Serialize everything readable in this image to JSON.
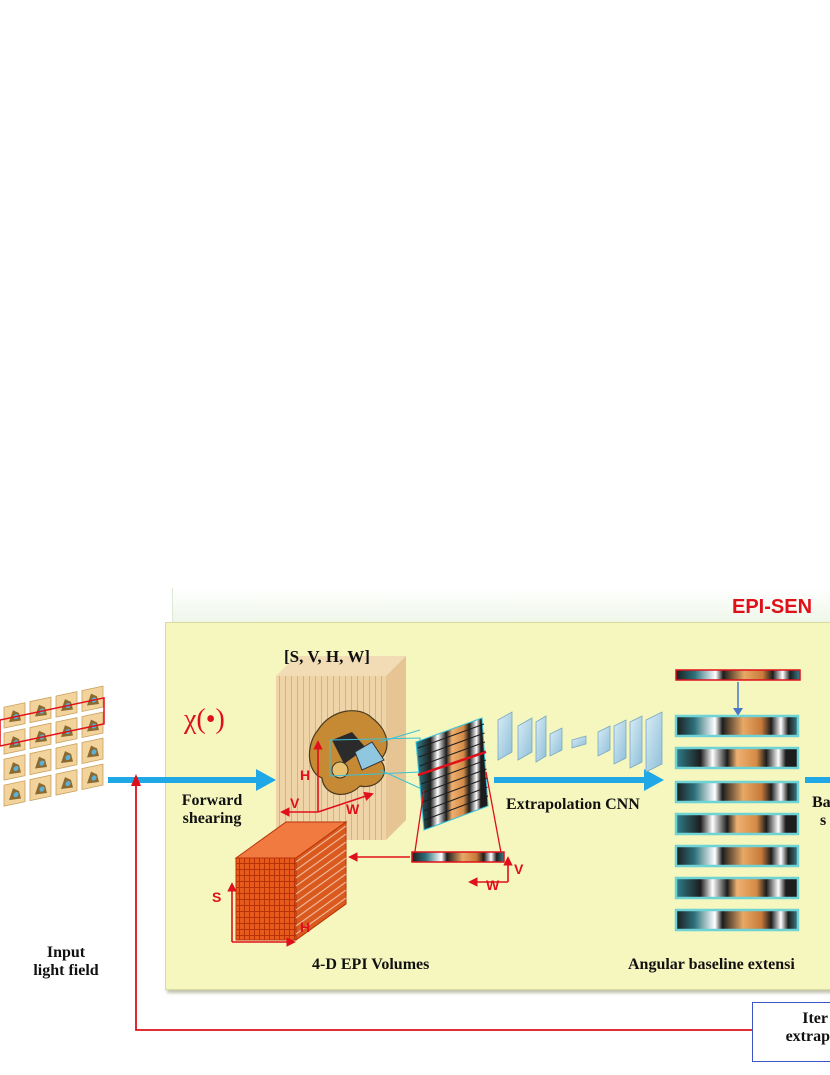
{
  "title": "EPI-SEN",
  "volume_dims": "[S,  V, H, W]",
  "chi_symbol": "χ(•)",
  "labels": {
    "input": [
      "Input",
      "light field"
    ],
    "forward": [
      "Forward",
      "shearing"
    ],
    "volumes": "4-D EPI Volumes",
    "cnn": "Extrapolation CNN",
    "angular": "Angular baseline extensi",
    "back": [
      "Ba",
      "s"
    ],
    "iter": [
      "Iter",
      "extrap"
    ]
  },
  "axes": {
    "h": "H",
    "v": "V",
    "w": "W",
    "s": "S"
  },
  "colors": {
    "panel_fill": "#f6f7bf",
    "flow_arrow": "#1fa7e6",
    "accent_red": "#e0101a",
    "epi_frame": "#6fd3d6",
    "iter_border": "#3b55c8"
  }
}
